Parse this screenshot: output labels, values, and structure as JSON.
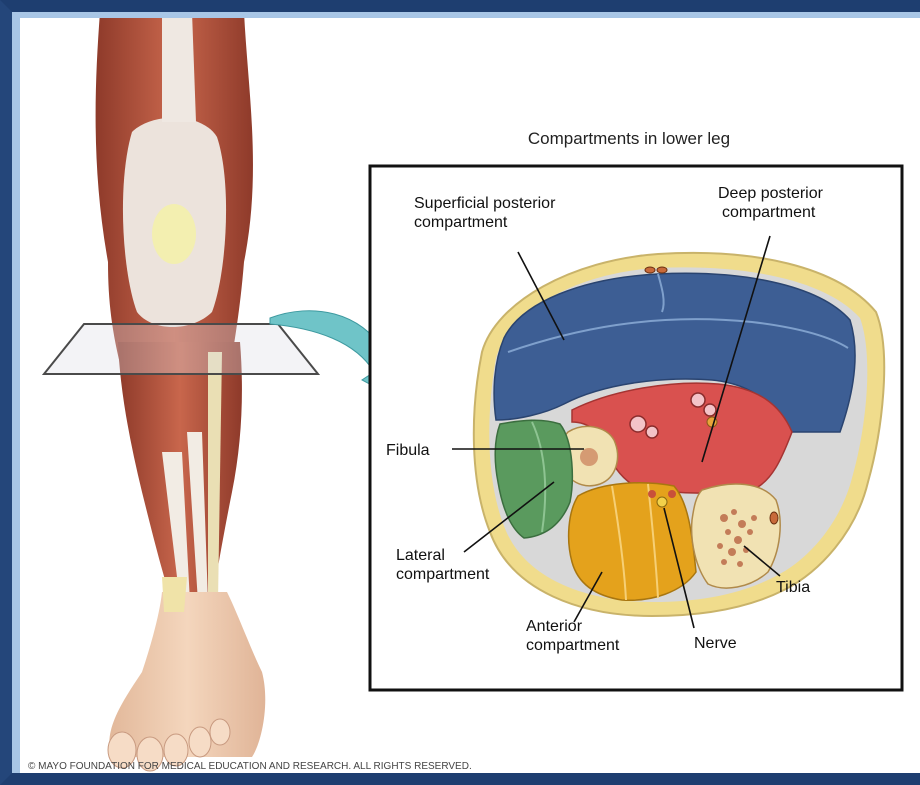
{
  "diagram": {
    "title": "Compartments in lower leg",
    "copyright": "© MAYO FOUNDATION FOR MEDICAL EDUCATION AND RESEARCH. ALL RIGHTS RESERVED.",
    "labels": {
      "superficial_posterior": [
        "Superficial posterior",
        "compartment"
      ],
      "deep_posterior": [
        "Deep posterior",
        "compartment"
      ],
      "fibula": "Fibula",
      "lateral": [
        "Lateral",
        "compartment"
      ],
      "anterior": [
        "Anterior",
        "compartment"
      ],
      "nerve": "Nerve",
      "tibia": "Tibia"
    },
    "colors": {
      "superficial_posterior": "#3d5e94",
      "deep_posterior": "#d9514f",
      "lateral": "#5a9a5e",
      "anterior": "#e4a21c",
      "bone": "#f1e2b3",
      "fat": "#f0dc8c",
      "skin": "#eedcae",
      "arrow": "#6fc4c8",
      "muscle": "#b5533e"
    }
  }
}
